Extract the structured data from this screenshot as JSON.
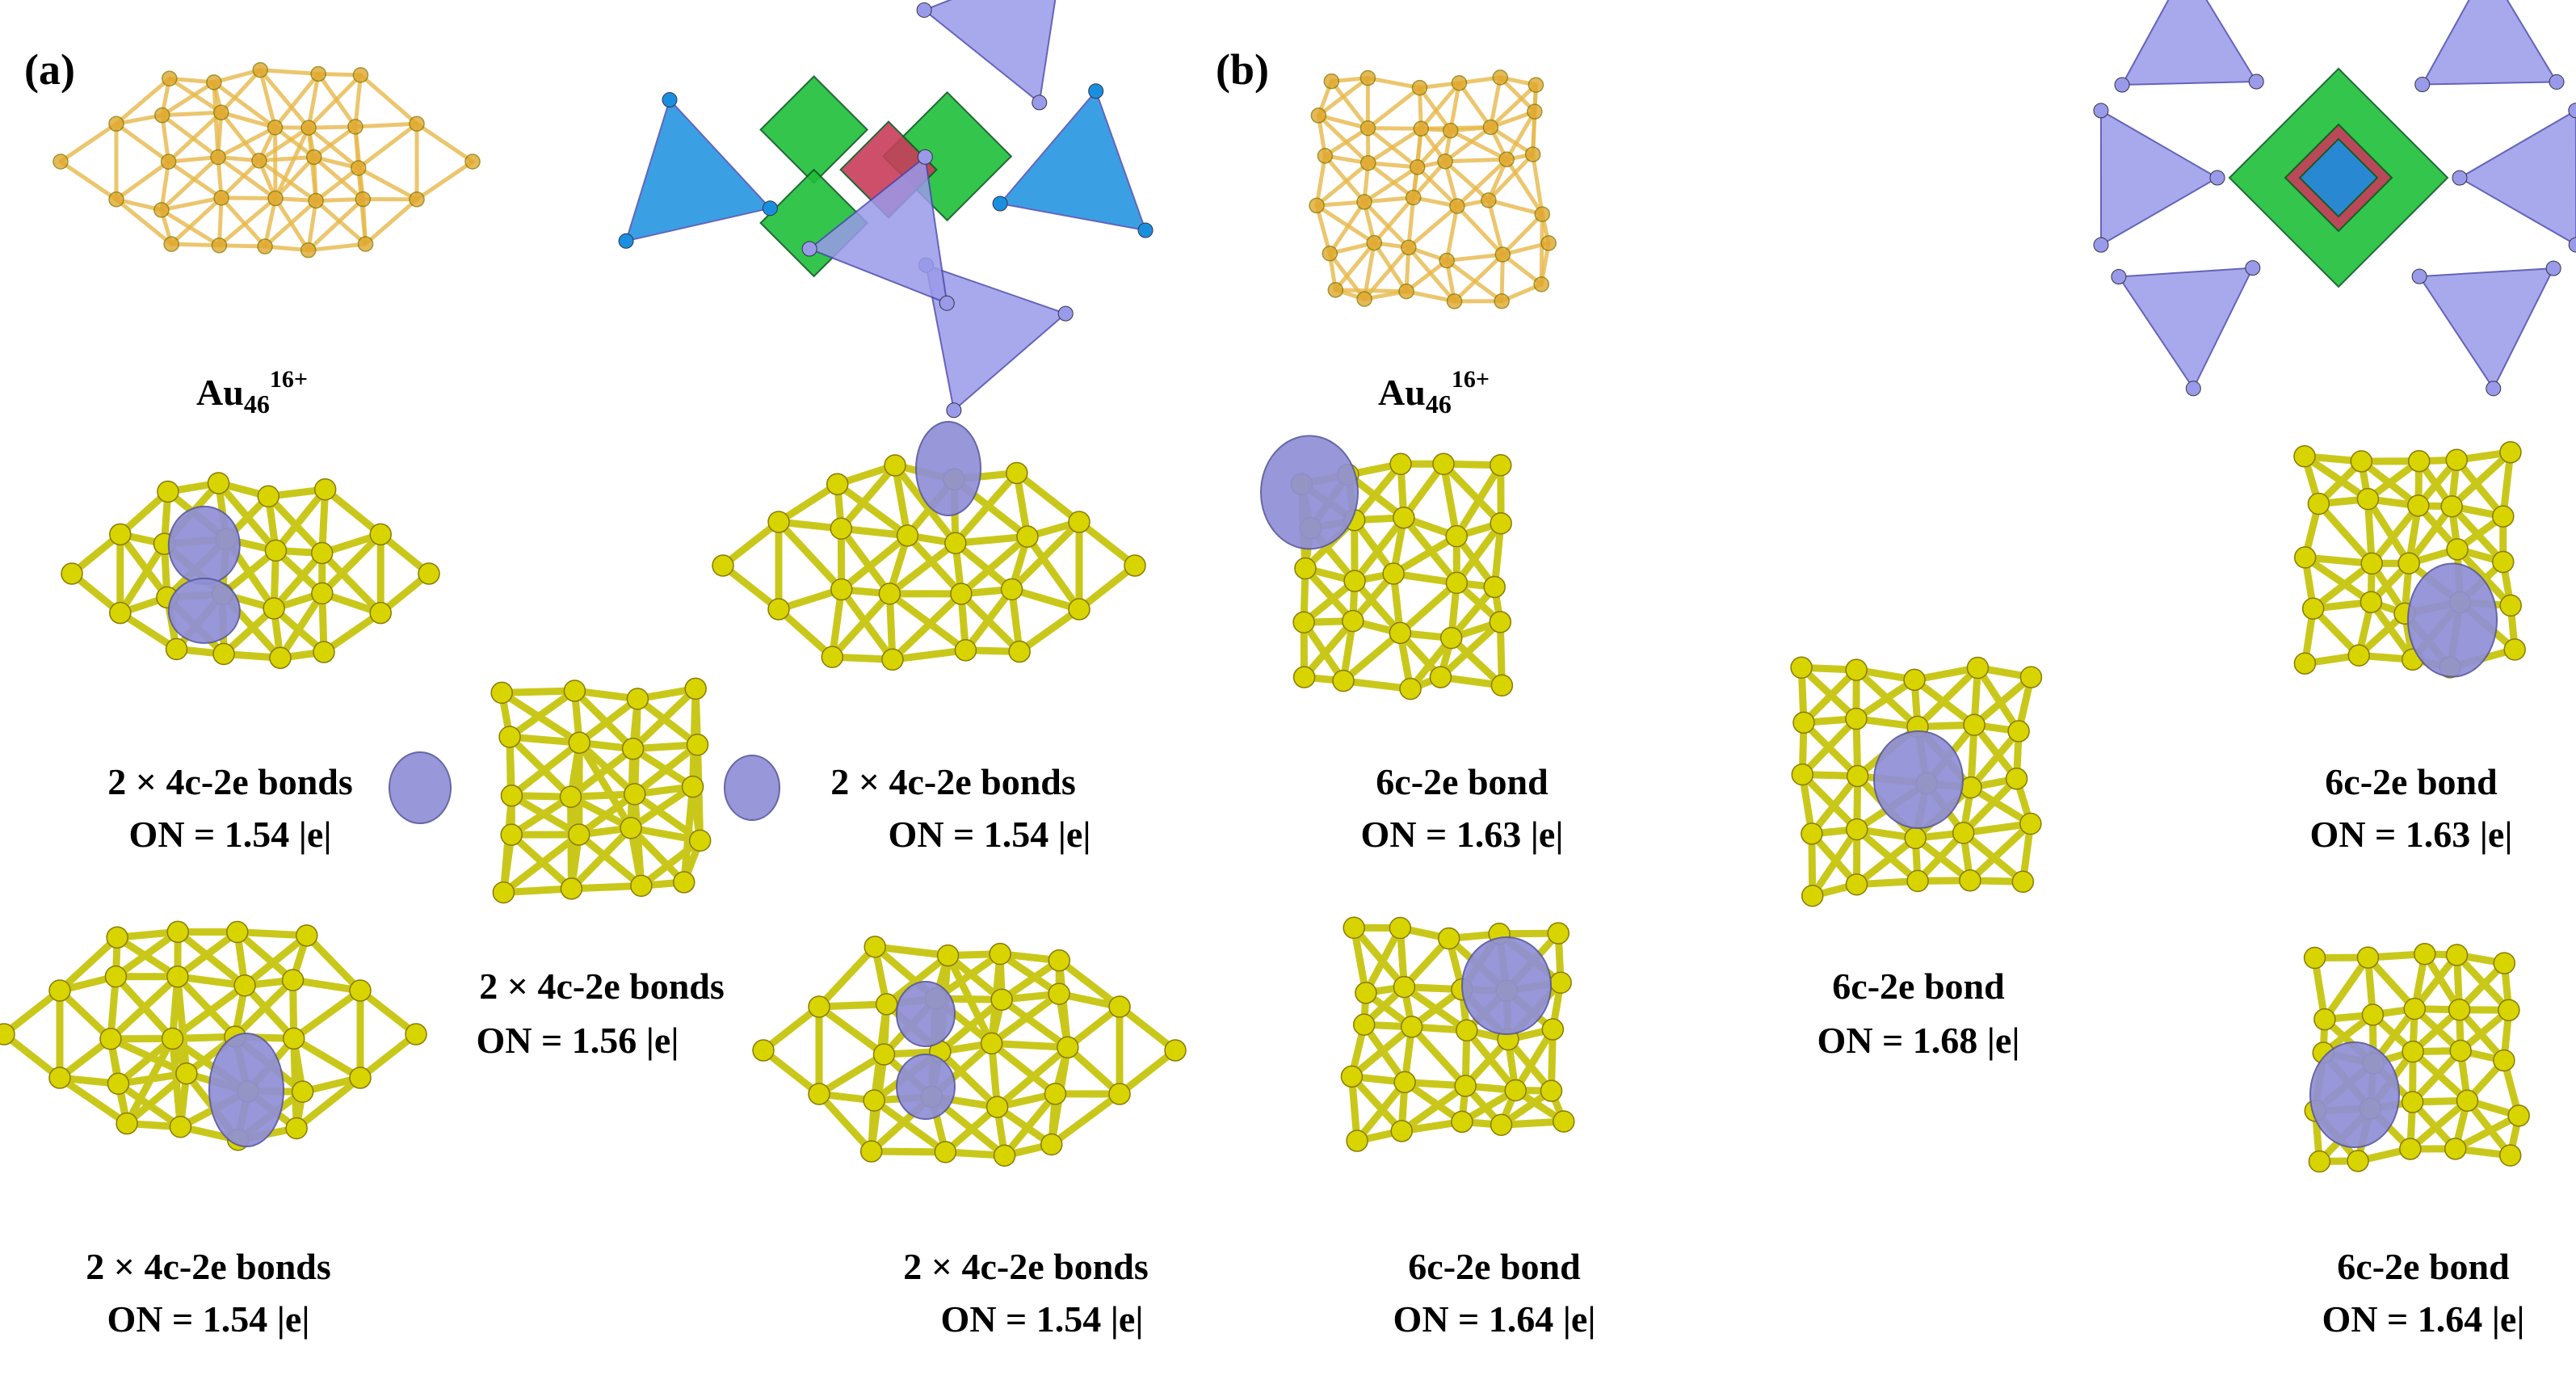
{
  "panels": [
    {
      "label": "(a)",
      "formula_base": "Au",
      "formula_sub": "46",
      "formula_sup": "16+"
    },
    {
      "label": "(b)",
      "formula_base": "Au",
      "formula_sub": "46",
      "formula_sup": "16+"
    }
  ],
  "captions": {
    "a_r1": {
      "line1": "2 × 4c-2e bonds",
      "line2": "ON = 1.54 |e|"
    },
    "a_mid": {
      "line1": "2 × 4c-2e bonds",
      "line2": "ON = 1.56 |e|"
    },
    "a_r2": {
      "line1": "2 × 4c-2e bonds",
      "line2": "ON = 1.54 |e|"
    },
    "a_r3": {
      "line1": "2 × 4c-2e bonds",
      "line2": "ON = 1.54 |e|"
    },
    "a_r4": {
      "line1": "2 ×  4c-2e bonds",
      "line2": "ON = 1.54 |e|"
    },
    "b_r1": {
      "line1": "6c-2e bond",
      "line2": "ON = 1.63 |e|"
    },
    "b_mid": {
      "line1": "6c-2e bond",
      "line2": "ON = 1.68 |e|"
    },
    "b_r2": {
      "line1": "6c-2e bond",
      "line2": "ON = 1.63 |e|"
    },
    "b_r3": {
      "line1": "6c-2e bond",
      "line2": "ON = 1.64 |e|"
    },
    "b_r4": {
      "line1": "6c-2e bond",
      "line2": "ON = 1.64 |e|"
    }
  },
  "colors": {
    "au_stick": "#e8b94a",
    "au_atom": "#e0a82e",
    "bond_stick": "#c9c81a",
    "bond_atom": "#d8d400",
    "isosurface": "#8f8fd6",
    "poly_green": "#1fbf3a",
    "poly_red": "#c83c5a",
    "poly_blue": "#1a8fe0",
    "poly_lavender": "#9a9aea"
  }
}
